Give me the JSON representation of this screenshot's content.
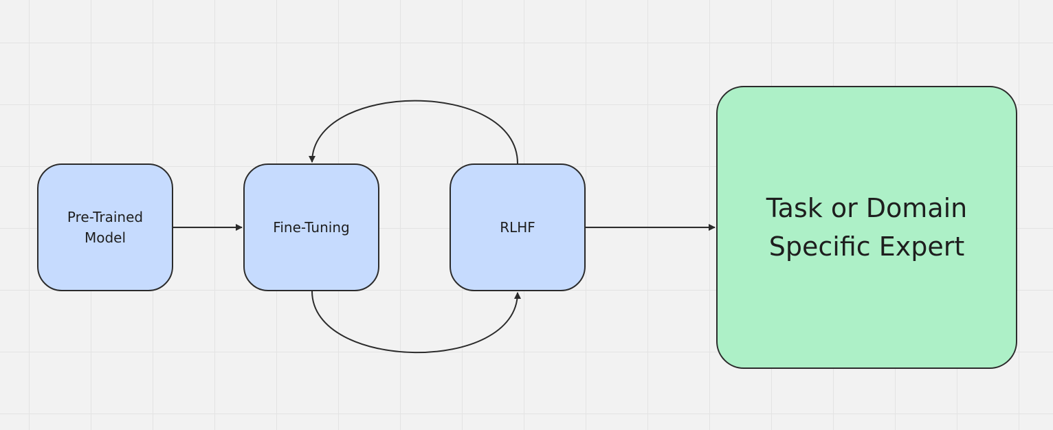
{
  "nodes": {
    "pretrained": {
      "label": "Pre-Trained\nModel"
    },
    "finetuning": {
      "label": "Fine-Tuning"
    },
    "rlhf": {
      "label": "RLHF"
    },
    "expert": {
      "label": "Task or Domain\nSpecific Expert"
    }
  },
  "edges": [
    {
      "from": "pretrained",
      "to": "finetuning"
    },
    {
      "from": "finetuning",
      "to": "rlhf"
    },
    {
      "from": "rlhf",
      "to": "finetuning"
    },
    {
      "from": "rlhf",
      "to": "expert"
    }
  ],
  "colors": {
    "background": "#f2f2f2",
    "grid": "#e3e3e3",
    "node_blue": "#c6dbfe",
    "node_green": "#adf0c7",
    "stroke": "#2b2b2b"
  }
}
